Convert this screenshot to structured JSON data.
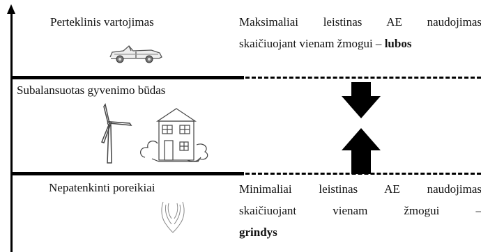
{
  "levels": {
    "top": {
      "label": "Perteklinis vartojimas",
      "description_line1": "Maksimaliai leistinas AE naudojimas",
      "description_line2_prefix": "skaičiuojant vienam žmogui – ",
      "description_line2_bold": "lubos",
      "icon": "car-icon"
    },
    "middle": {
      "label": "Subalansuotas gyvenimo būdas",
      "icons": [
        "wind-turbine-icon",
        "house-icon"
      ]
    },
    "bottom": {
      "label": "Nepatenkinti poreikiai",
      "description_line1": "Minimaliai leistinas AE naudojimas",
      "description_line2": "skaičiuojant vienam žmogui –",
      "description_line3_bold": "grindys",
      "icon": "cupped-hands-icon"
    }
  },
  "colors": {
    "lines": "#000000",
    "icon_stroke": "#555555"
  }
}
